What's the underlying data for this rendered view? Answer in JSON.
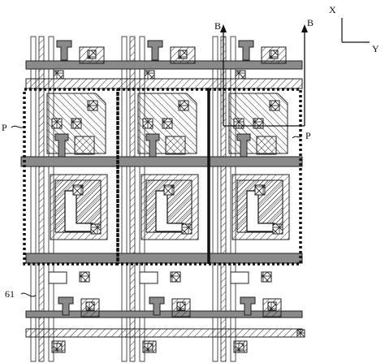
{
  "labels": {
    "axis_x": "X",
    "axis_y": "Y",
    "section_left": "B",
    "section_right": "B",
    "pixel_left": "P",
    "pixel_right": "P",
    "ref_61": "61"
  },
  "colors": {
    "line": "#1a1a1a",
    "metal_fill": "#7a7a7a",
    "hatch": "#333333",
    "light_fill": "#bdbdbd",
    "background": "#ffffff"
  },
  "layout_grid": {
    "columns": 3,
    "pixel_rows": 1
  }
}
